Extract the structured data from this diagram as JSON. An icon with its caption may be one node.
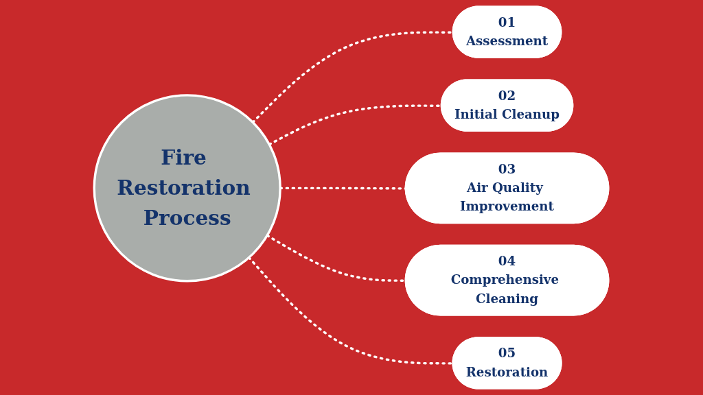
{
  "diagram": {
    "nodes": [
      {
        "text": [
          "Fire Restoration Process"
        ]
      },
      {
        "text": [
          "01",
          "Assessment"
        ]
      },
      {
        "text": [
          "02",
          "Initial Cleanup"
        ]
      },
      {
        "text": [
          "03",
          "Air Quality Improvement"
        ]
      },
      {
        "text": [
          "04",
          "Comprehensive Cleaning"
        ]
      },
      {
        "text": [
          "05",
          "Restoration"
        ]
      }
    ],
    "edges": [
      {
        "from": 0,
        "to": 1,
        "arrow": "none",
        "style": "dashed"
      },
      {
        "from": 0,
        "to": 2,
        "arrow": "none",
        "style": "dashed"
      },
      {
        "from": 0,
        "to": 3,
        "arrow": "none",
        "style": "dashed"
      },
      {
        "from": 0,
        "to": 4,
        "arrow": "none",
        "style": "dashed"
      },
      {
        "from": 0,
        "to": 5,
        "arrow": "none",
        "style": "dashed"
      }
    ]
  }
}
